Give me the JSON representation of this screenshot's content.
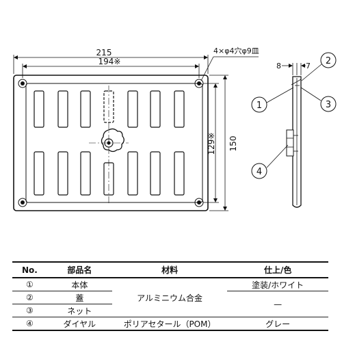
{
  "drawing": {
    "dim_overall_width": "215",
    "dim_hole_pitch_width": "194※",
    "dim_hole_pitch_height": "129※",
    "dim_overall_height": "150",
    "hole_note": "4×φ4穴φ9皿",
    "dim_side_left": "8",
    "dim_side_right": "7",
    "callouts": [
      "1",
      "2",
      "3",
      "4"
    ]
  },
  "table": {
    "headers": {
      "no": "No.",
      "name": "部品名",
      "material": "材料",
      "finish": "仕上/色"
    },
    "rows": [
      {
        "no": "①",
        "name": "本体",
        "material": "アルミニウム合金",
        "finish": "塗装/ホワイト"
      },
      {
        "no": "②",
        "name": "蓋",
        "material": "",
        "finish": "—"
      },
      {
        "no": "③",
        "name": "ネット",
        "material": "",
        "finish": ""
      },
      {
        "no": "④",
        "name": "ダイヤル",
        "material": "ポリアセタール（POM）",
        "finish": "グレー"
      }
    ]
  }
}
